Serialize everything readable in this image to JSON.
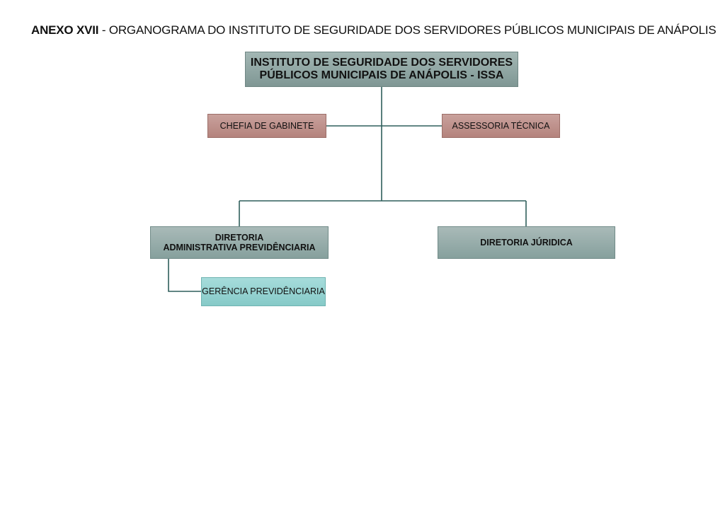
{
  "header": {
    "annex_label": "ANEXO XVII",
    "title_rest": " - ORGANOGRAMA DO INSTITUTO DE SEGURIDADE DOS SERVIDORES PÚBLICOS MUNICIPAIS DE ANÁPOLIS"
  },
  "org": {
    "root": {
      "line1": "INSTITUTO DE SEGURIDADE DOS SERVIDORES",
      "line2": "PÚBLICOS MUNICIPAIS DE ANÁPOLIS - ISSA"
    },
    "advisory": {
      "left": "CHEFIA DE GABINETE",
      "right": "ASSESSORIA TÉCNICA"
    },
    "directorates": {
      "admin_line1": "DIRETORIA",
      "admin_line2": "ADMINISTRATIVA PREVIDÊNCIARIA",
      "legal": "DIRETORIA JÚRIDICA"
    },
    "management": {
      "pension": "GERÊNCIA PREVIDÊNCIARIA"
    }
  },
  "colors": {
    "connector": "#2f5f5c",
    "root_fill": "#8ea6a3",
    "advisory_fill": "#bf918b",
    "director_fill": "#94aba8",
    "manager_fill": "#95d3d1"
  }
}
